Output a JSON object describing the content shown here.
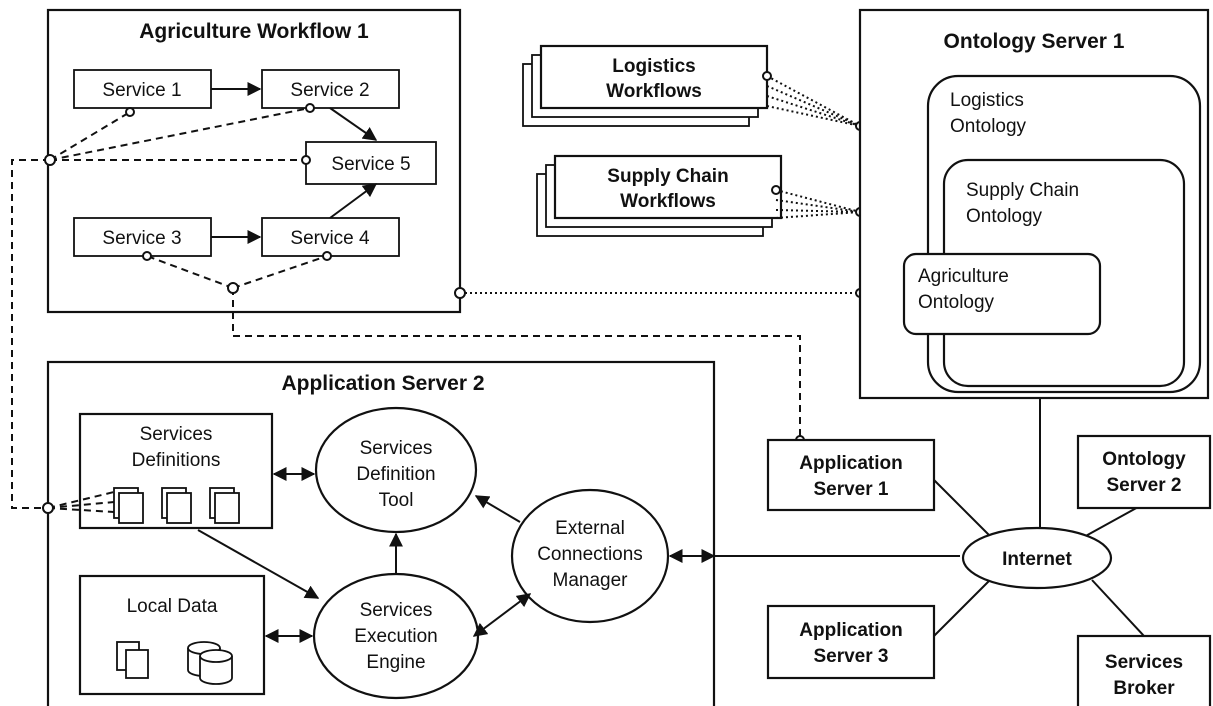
{
  "agri_workflow": {
    "title": "Agriculture Workflow 1",
    "service1": "Service 1",
    "service2": "Service 2",
    "service3": "Service 3",
    "service4": "Service 4",
    "service5": "Service 5"
  },
  "logistics_workflows": [
    "Logistics",
    "Workflows"
  ],
  "supply_chain_workflows": [
    "Supply Chain",
    "Workflows"
  ],
  "ontology_server1": {
    "title": "Ontology Server 1",
    "logistics": [
      "Logistics",
      "Ontology"
    ],
    "supply_chain": [
      "Supply Chain",
      "Ontology"
    ],
    "agriculture": [
      "Agriculture",
      "Ontology"
    ]
  },
  "app_server2": {
    "title": "Application Server 2",
    "services_definitions": [
      "Services",
      "Definitions"
    ],
    "definition_tool": [
      "Services",
      "Definition",
      "Tool"
    ],
    "external_manager": [
      "External",
      "Connections",
      "Manager"
    ],
    "local_data": "Local Data",
    "execution_engine": [
      "Services",
      "Execution",
      "Engine"
    ]
  },
  "app_server1": [
    "Application",
    "Server 1"
  ],
  "app_server3": [
    "Application",
    "Server 3"
  ],
  "ontology_server2": [
    "Ontology",
    "Server 2"
  ],
  "internet": "Internet",
  "services_broker": [
    "Services",
    "Broker"
  ]
}
